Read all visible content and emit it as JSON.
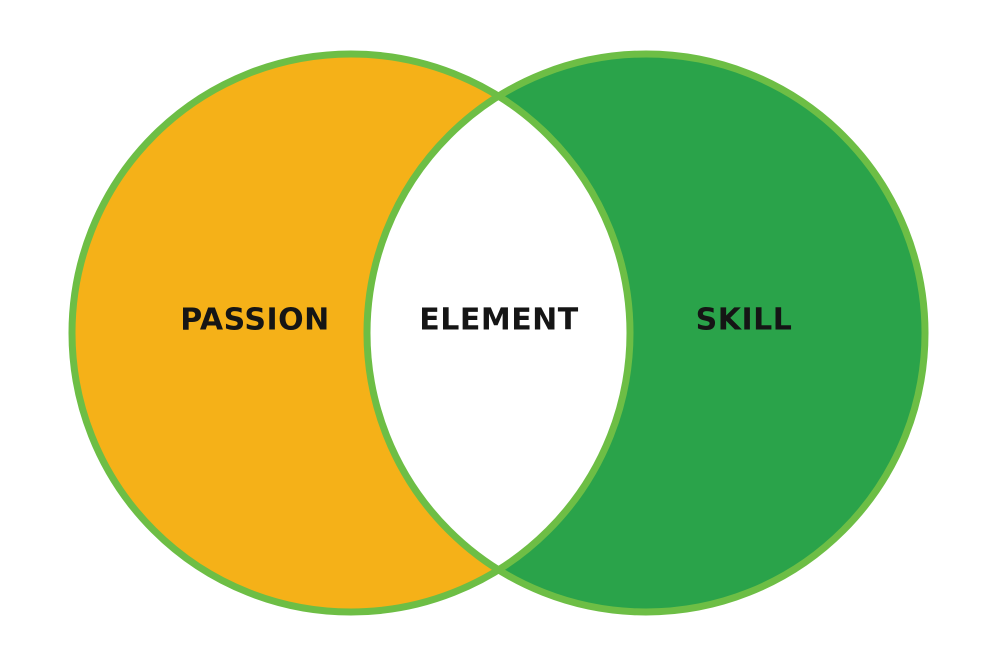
{
  "diagram": {
    "type": "venn",
    "sets": [
      {
        "label": "PASSION",
        "color": "#F5B118"
      },
      {
        "label": "SKILL",
        "color": "#2AA34A"
      }
    ],
    "intersection": {
      "label": "ELEMENT",
      "color": "#FFFFFF"
    },
    "outline_color": "#6DBE45"
  }
}
